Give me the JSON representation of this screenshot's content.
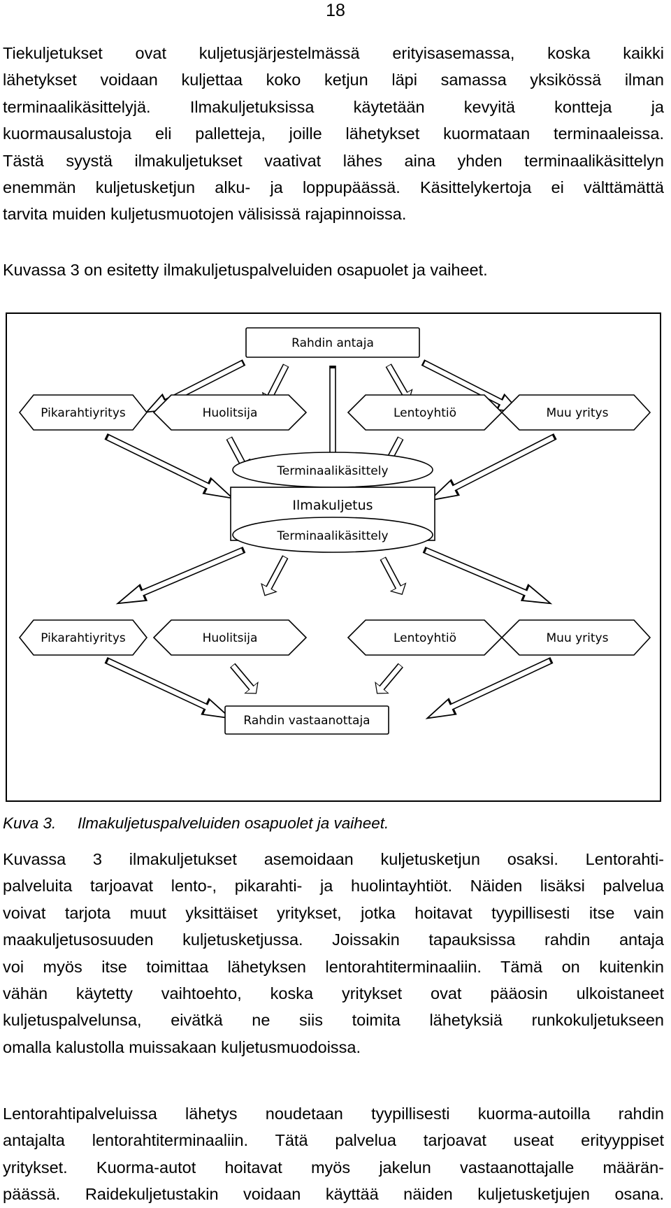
{
  "page": {
    "number": "18"
  },
  "paragraph1": [
    "Tiekuljetukset ovat kuljetusjärjestelmässä erityisasemassa, koska kaikki",
    "lähetykset voidaan kuljettaa koko ketjun läpi samassa yksikössä ilman",
    "terminaalikäsittelyjä. Ilmakuljetuksissa käytetään kevyitä kontteja ja",
    "kuormausalustoja eli palletteja, joille lähetykset kuormataan terminaaleissa.",
    "Tästä syystä ilmakuljetukset vaativat lähes aina yhden terminaalikäsittelyn",
    "enemmän kuljetusketjun alku- ja loppupäässä. Käsittelykertoja ei välttämättä",
    "tarvita muiden kuljetusmuotojen välisissä rajapinnoissa."
  ],
  "paragraph2": "Kuvassa 3 on esitetty ilmakuljetuspalveluiden osapuolet ja vaiheet.",
  "figure": {
    "top_box": "Rahdin antaja",
    "row1": [
      "Pikarahtiyritys",
      "Huolitsija",
      "Lentoyhtiö",
      "Muu yritys"
    ],
    "terminal_top": "Terminaalikäsittely",
    "center_box": "Ilmakuljetus",
    "terminal_bottom": "Terminaalikäsittely",
    "row2": [
      "Pikarahtiyritys",
      "Huolitsija",
      "Lentoyhtiö",
      "Muu yritys"
    ],
    "bottom_box": "Rahdin vastaanottaja"
  },
  "caption": {
    "number": "Kuva 3.",
    "text": "Ilmakuljetuspalveluiden osapuolet ja vaiheet."
  },
  "paragraph3": [
    "Kuvassa 3 ilmakuljetukset asemoidaan kuljetusketjun osaksi. Lentorahti-",
    "palveluita tarjoavat lento-, pikarahti- ja huolintayhtiöt. Näiden lisäksi palvelua",
    "voivat tarjota muut yksittäiset yritykset, jotka hoitavat tyypillisesti itse vain",
    "maakuljetusosuuden kuljetusketjussa. Joissakin tapauksissa rahdin antaja",
    "voi myös itse toimittaa lähetyksen lentorahtiterminaaliin. Tämä on kuitenkin",
    "vähän käytetty vaihtoehto, koska yritykset ovat pääosin ulkoistaneet",
    "kuljetuspalvelunsa, eivätkä ne siis toimita lähetyksiä runkokuljetukseen",
    "omalla kalustolla muissakaan kuljetusmuodoissa."
  ],
  "paragraph4": [
    "Lentorahtipalveluissa lähetys noudetaan tyypillisesti kuorma-autoilla rahdin",
    "antajalta lentorahtiterminaaliin. Tätä palvelua tarjoavat useat erityyppiset",
    "yritykset. Kuorma-autot hoitavat myös jakelun vastaanottajalle määrän-",
    "päässä. Raidekuljetustakin voidaan käyttää näiden kuljetusketjujen osana."
  ]
}
